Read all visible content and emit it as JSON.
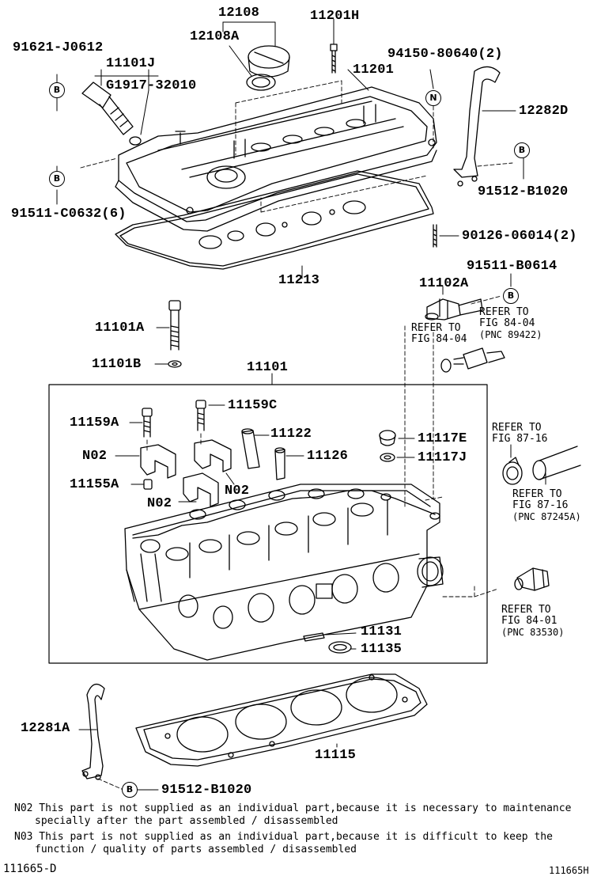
{
  "parts": {
    "p12108": "12108",
    "p12108A": "12108A",
    "p11201H": "11201H",
    "p91621": "91621-J0612",
    "p11101J": "11101J",
    "pG1917": "G1917-32010",
    "p94150": "94150-80640(2)",
    "p11201": "11201",
    "p12282D": "12282D",
    "p91512a": "91512-B1020",
    "p91511C": "91511-C0632(6)",
    "p90126": "90126-06014(2)",
    "p11213": "11213",
    "p91511B": "91511-B0614",
    "p11102A": "11102A",
    "p11101A": "11101A",
    "p11101B": "11101B",
    "p11101": "11101",
    "p11159C": "11159C",
    "p11159A": "11159A",
    "p11122": "11122",
    "p11117E": "11117E",
    "p11117J": "11117J",
    "p11126": "11126",
    "pN02a": "N02",
    "pN02b": "N02",
    "pN02c": "N02",
    "p11155A": "11155A",
    "p11131": "11131",
    "p11135": "11135",
    "p12281A": "12281A",
    "p11115": "11115",
    "p91512b": "91512-B1020"
  },
  "badges": {
    "b1": "B",
    "b2": "B",
    "b3": "B",
    "b4": "B",
    "b5": "B",
    "n1": "N"
  },
  "refs": {
    "r1_line1": "REFER TO",
    "r1_line2": "FIG 84-04",
    "r2_line1": "REFER TO",
    "r2_line2": "FIG 84-04",
    "r2_line3": "(PNC 89422)",
    "r3_line1": "REFER TO",
    "r3_line2": "FIG 87-16",
    "r4_line1": "REFER TO",
    "r4_line2": "FIG 87-16",
    "r4_line3": "(PNC 87245A)",
    "r5_line1": "REFER TO",
    "r5_line2": "FIG 84-01",
    "r5_line3": "(PNC 83530)"
  },
  "notes": {
    "n02_line1": "N02 This part is not supplied as an individual part,because it is necessary to maintenance",
    "n02_line2": "specially after the part assembled / disassembled",
    "n03_line1": "N03 This part is not supplied as an individual part,because it is difficult to keep the",
    "n03_line2": "function / quality of parts assembled / disassembled"
  },
  "footer": {
    "left_code": "111665-D",
    "right_code": "111665H"
  }
}
